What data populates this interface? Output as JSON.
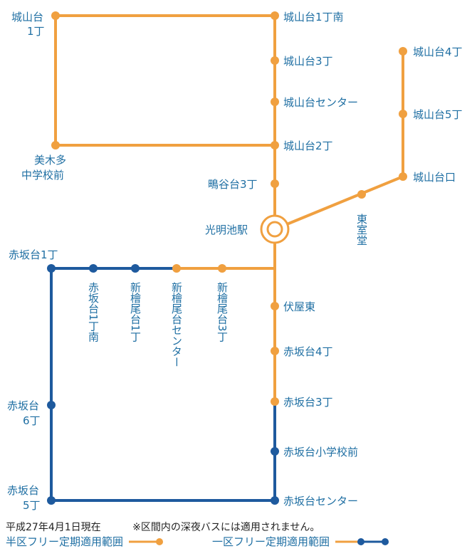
{
  "colors": {
    "orange": "#F0A040",
    "blue": "#1E5A9E",
    "text": "#1f6fa3",
    "footnote": "#222222"
  },
  "stops": {
    "shiroyamadai_1": "城山台",
    "shiroyamadai_1b": "1丁",
    "shiroyamadai_1_minami": "城山台1丁南",
    "shiroyamadai_3": "城山台3丁",
    "shiroyamadai_center": "城山台センター",
    "shiroyamadai_2": "城山台2丁",
    "mikita_a": "美木多",
    "mikita_b": "中学校前",
    "shigitani_3": "鴫谷台3丁",
    "komyoike": "光明池駅",
    "shiroyamadai_4": "城山台4丁",
    "shiroyamadai_5": "城山台5丁",
    "shiroyamadai_guchi": "城山台口",
    "tomurodo": "東室堂",
    "akasakadai_1": "赤坂台1丁",
    "akasakadai_1_minami": "赤坂台1丁南",
    "shinhiwao_1": "新檜尾台1丁",
    "shinhiwao_center": "新檜尾台センター",
    "shinhiwao_3": "新檜尾台3丁",
    "fushiyahigashi": "伏屋東",
    "akasakadai_4": "赤坂台4丁",
    "akasakadai_3": "赤坂台3丁",
    "akasakadai_shogakko": "赤坂台小学校前",
    "akasakadai_6a": "赤坂台",
    "akasakadai_6b": "6丁",
    "akasakadai_5a": "赤坂台",
    "akasakadai_5b": "5丁",
    "akasakadai_center": "赤坂台センター"
  },
  "footer": {
    "date": "平成27年4月1日現在",
    "note": "※区間内の深夜バスには適用されません。"
  },
  "legend": {
    "half": "半区フリー定期適用範囲",
    "one": "一区フリー定期適用範囲"
  }
}
